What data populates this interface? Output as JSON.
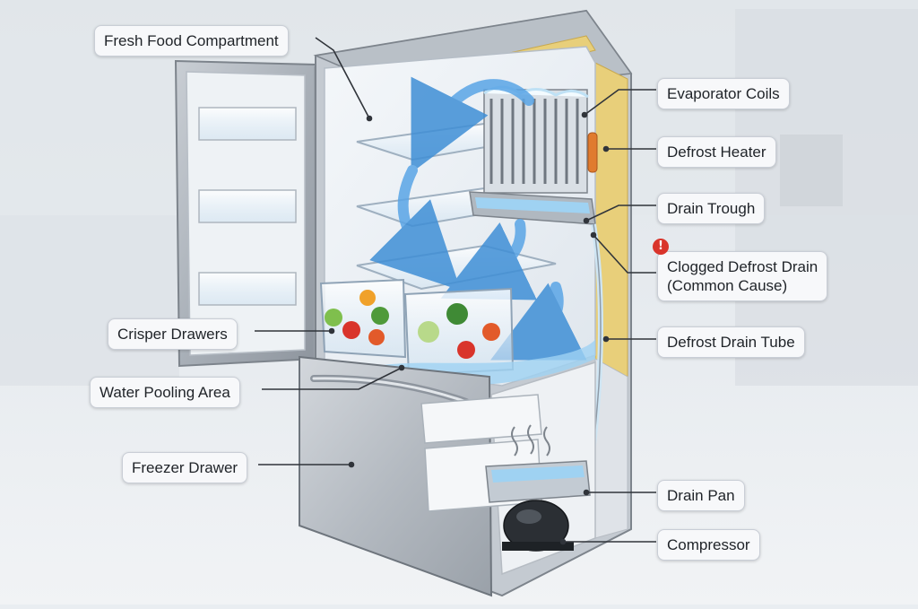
{
  "labels": {
    "fresh_food": "Fresh Food Compartment",
    "evaporator": "Evaporator Coils",
    "defrost_heater": "Defrost Heater",
    "drain_trough": "Drain Trough",
    "clogged_line1": "Clogged Defrost Drain",
    "clogged_line2": "(Common Cause)",
    "crisper": "Crisper Drawers",
    "drain_tube": "Defrost Drain Tube",
    "water_pooling": "Water Pooling Area",
    "freezer": "Freezer Drawer",
    "drain_pan": "Drain Pan",
    "compressor": "Compressor"
  },
  "icons": {
    "alert": "!"
  },
  "colors": {
    "airflow_arrow": "#5aa5e6",
    "alert": "#d9342b",
    "insulation": "#e8cf7a",
    "water": "#9fd2f2",
    "heater": "#e07b2e"
  }
}
